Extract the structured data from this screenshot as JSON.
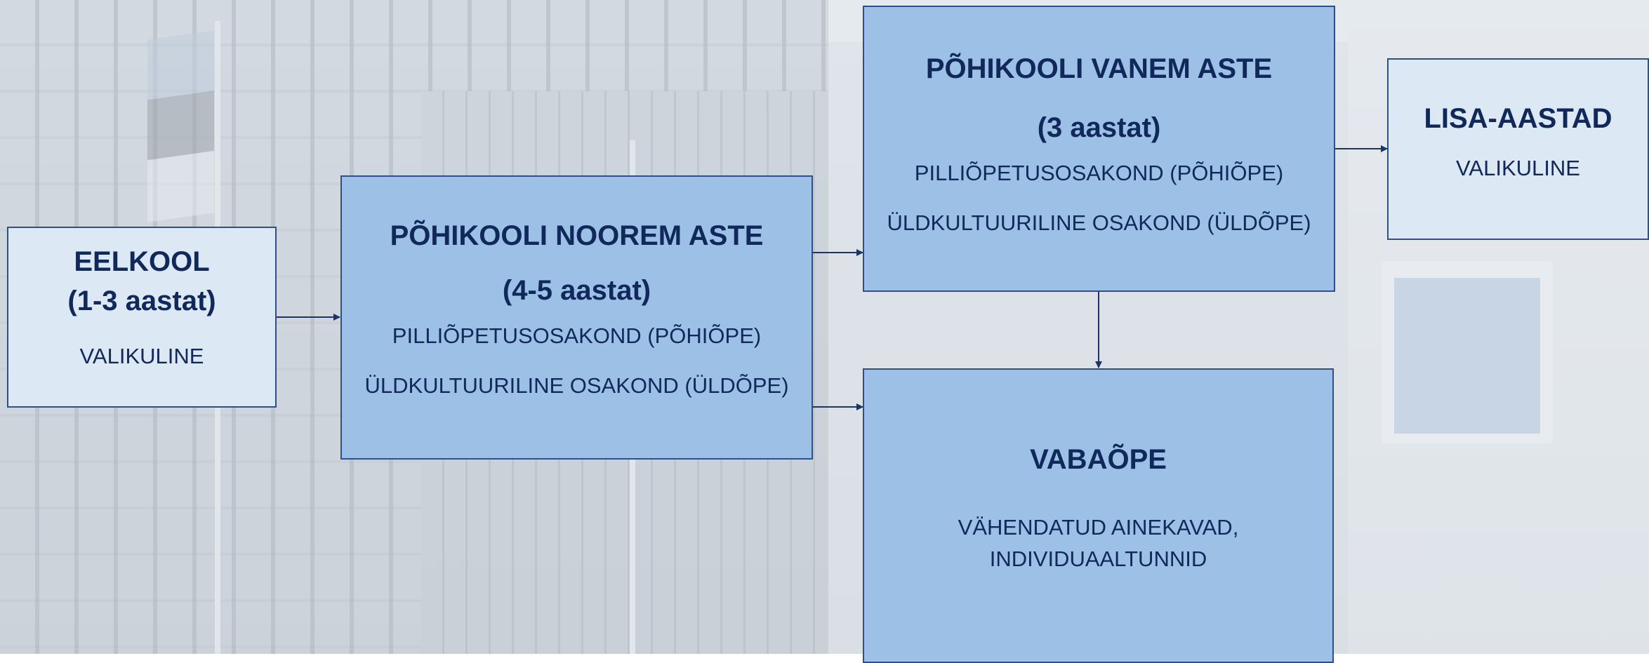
{
  "nodes": {
    "eelkool": {
      "title_line1": "EELKOOL",
      "title_line2": "(1-3 aastat)",
      "note": "VALIKULINE"
    },
    "noorem": {
      "title": "PÕHIKOOLI NOOREM ASTE",
      "duration": "(4-5 aastat)",
      "dept1": "PILLIÕPETUSOSAKOND (PÕHIÕPE)",
      "dept2": "ÜLDKULTUURILINE OSAKOND (ÜLDÕPE)"
    },
    "vanem": {
      "title": "PÕHIKOOLI VANEM ASTE",
      "duration": "(3 aastat)",
      "dept1": "PILLIÕPETUSOSAKOND (PÕHIÕPE)",
      "dept2": "ÜLDKULTUURILINE OSAKOND (ÜLDÕPE)"
    },
    "lisa": {
      "title": "LISA-AASTAD",
      "note": "VALIKULINE"
    },
    "vaba": {
      "title": "VABAÕPE",
      "line1": "VÄHENDATUD AINEKAVAD,",
      "line2": "INDIVIDUAALTUNNID"
    }
  },
  "colors": {
    "border": "#2f4f8a",
    "text": "#10285a",
    "light_fill": "#dde8f5",
    "mid_fill": "#9dc1e6",
    "arrow": "#1d3566"
  }
}
